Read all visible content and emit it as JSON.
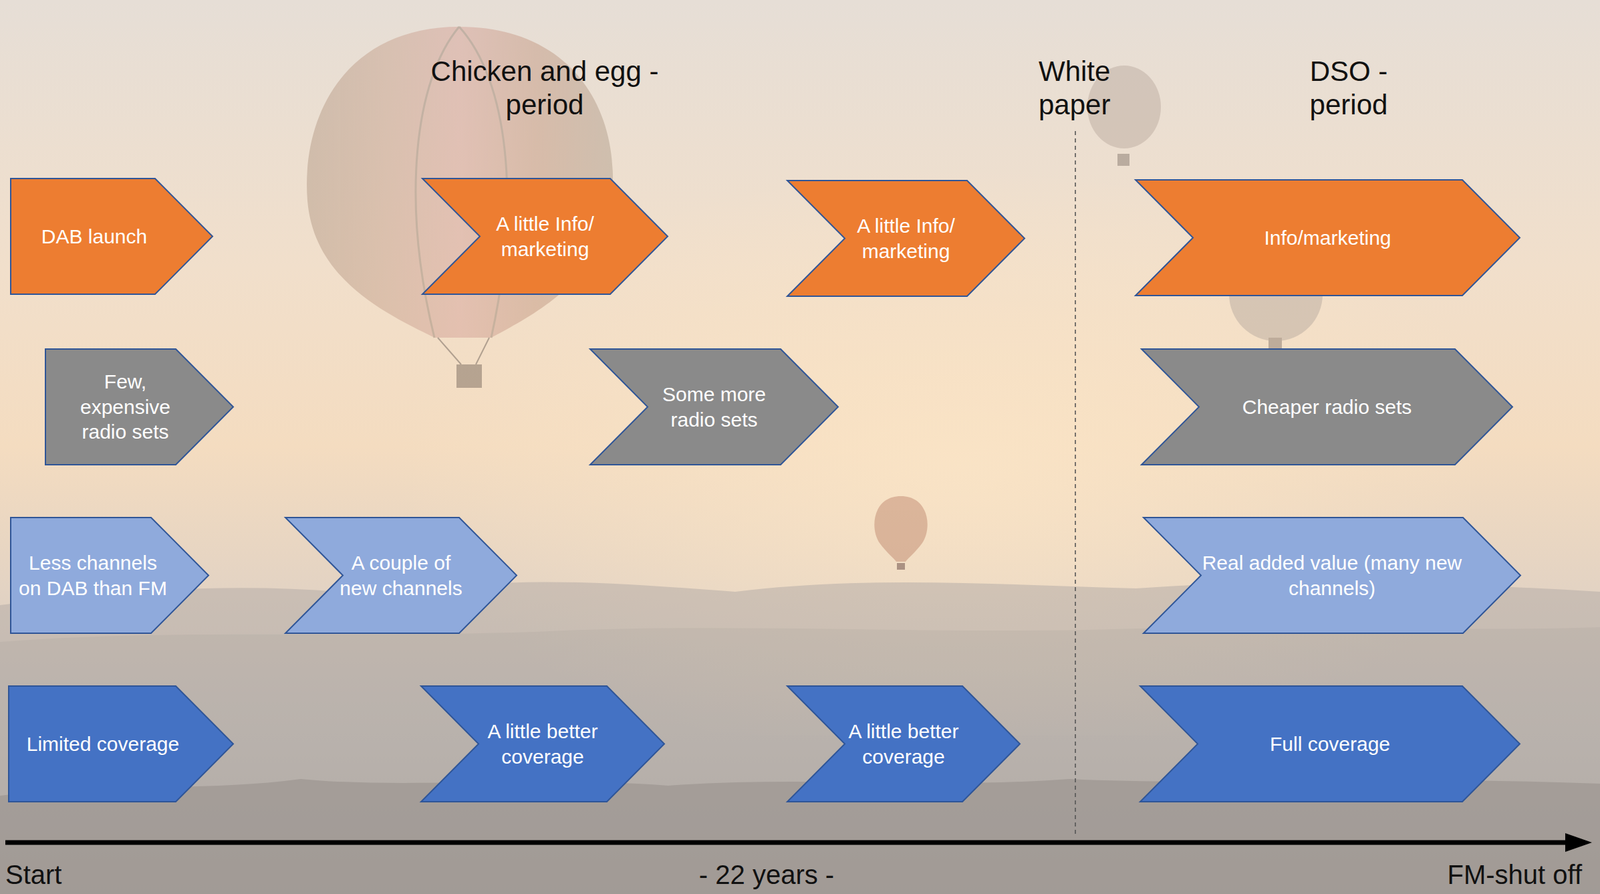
{
  "diagram": {
    "nodes": [
      {
        "text": [
          "DAB launch"
        ]
      },
      {
        "text": [
          "A little Info/ marketing"
        ]
      },
      {
        "text": [
          "A little Info/ marketing"
        ]
      },
      {
        "text": [
          "Info/marketing"
        ]
      },
      {
        "text": [
          "Few, expensive radio sets"
        ]
      },
      {
        "text": [
          "Some more radio sets"
        ]
      },
      {
        "text": [
          "Cheaper radio sets"
        ]
      },
      {
        "text": [
          "Less channels on DAB than FM"
        ]
      },
      {
        "text": [
          "A couple of new channels"
        ]
      },
      {
        "text": [
          "Real added value (many new channels)"
        ]
      },
      {
        "text": [
          "Limited coverage"
        ]
      },
      {
        "text": [
          "A little better coverage"
        ]
      },
      {
        "text": [
          "A little better coverage"
        ]
      },
      {
        "text": [
          "Full coverage"
        ]
      }
    ],
    "labels": [
      "Chicken and egg - period",
      "White paper",
      "DSO - period",
      "Start",
      "- 22 years -",
      "FM-shut off"
    ]
  }
}
